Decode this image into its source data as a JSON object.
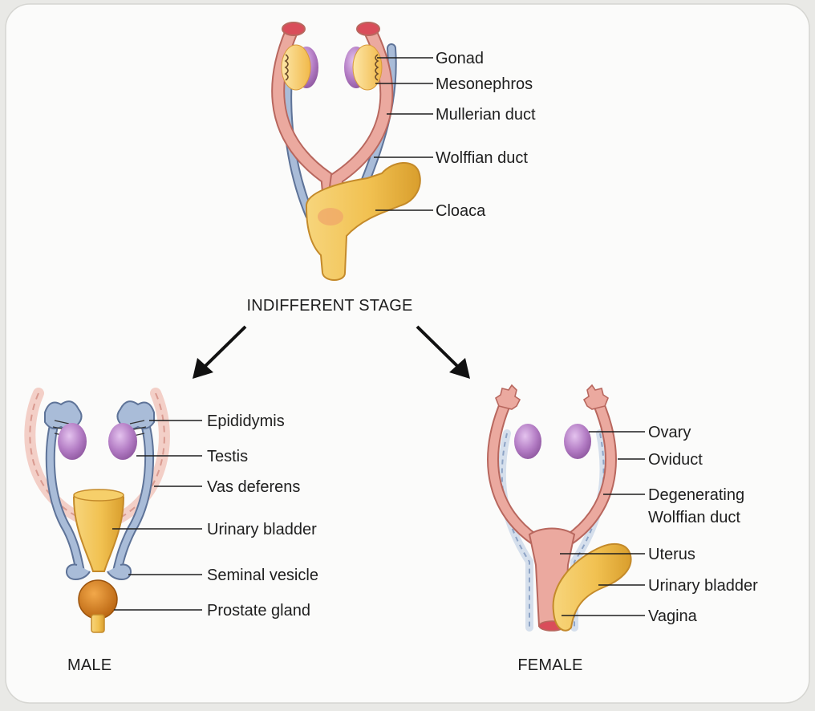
{
  "colors": {
    "background": "#e9e9e6",
    "card": "#fbfbfa",
    "mullerian": "#e9a79d",
    "mullerian_stroke": "#b8675e",
    "wolffian": "#9fb3d0",
    "wolffian_stroke": "#5e7398",
    "gonad": "#b784c6",
    "mesonephros": "#f2c262",
    "cloaca": "#f1c45a",
    "prostate": "#d9801c",
    "text": "#1e1e1e"
  },
  "icons": {
    "arrow_left": "arrow-down-left-icon",
    "arrow_right": "arrow-down-right-icon"
  },
  "indifferent": {
    "stage_label": "INDIFFERENT STAGE",
    "labels": {
      "gonad": "Gonad",
      "mesonephros": "Mesonephros",
      "mullerian": "Mullerian duct",
      "wolffian": "Wolffian duct",
      "cloaca": "Cloaca"
    }
  },
  "male": {
    "stage_label": "MALE",
    "labels": {
      "epididymis": "Epididymis",
      "testis": "Testis",
      "vas_deferens": "Vas deferens",
      "bladder": "Urinary bladder",
      "seminal": "Seminal vesicle",
      "prostate": "Prostate gland"
    }
  },
  "female": {
    "stage_label": "FEMALE",
    "labels": {
      "ovary": "Ovary",
      "oviduct": "Oviduct",
      "degenerating_line1": "Degenerating",
      "degenerating_line2": "Wolffian duct",
      "uterus": "Uterus",
      "bladder": "Urinary bladder",
      "vagina": "Vagina"
    }
  }
}
